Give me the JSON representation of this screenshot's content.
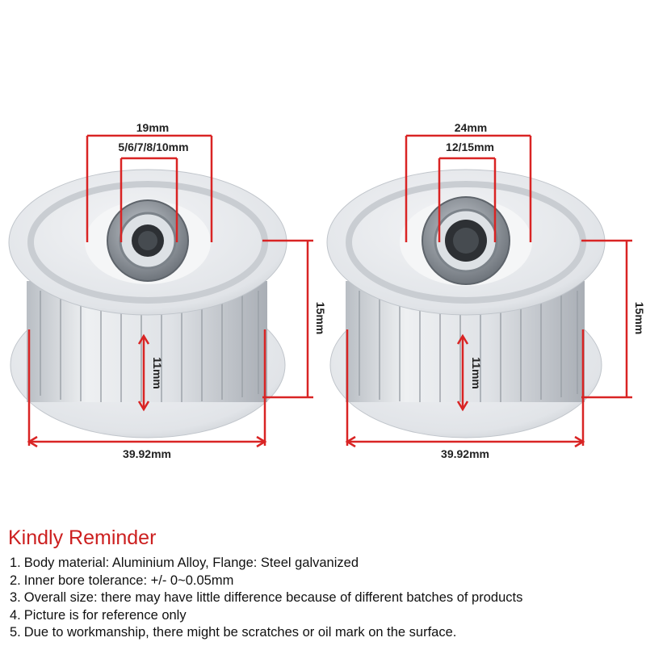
{
  "colors": {
    "dimension_line": "#d92424",
    "title": "#cc1f1f",
    "pulley": "#d9dde2"
  },
  "pulleys": [
    {
      "outer_bearing_label": "19mm",
      "bore_label": "5/6/7/8/10mm",
      "height_label": "15mm",
      "belt_width_label": "11mm",
      "diameter_label": "39.92mm"
    },
    {
      "outer_bearing_label": "24mm",
      "bore_label": "12/15mm",
      "height_label": "15mm",
      "belt_width_label": "11mm",
      "diameter_label": "39.92mm"
    }
  ],
  "reminder": {
    "title": "Kindly Reminder",
    "items": [
      {
        "num": "1.",
        "text": "Body material: Aluminium Alloy, Flange: Steel galvanized"
      },
      {
        "num": "2.",
        "text": "Inner bore tolerance: +/- 0~0.05mm"
      },
      {
        "num": "3.",
        "text": "Overall size: there may have little difference because of different batches of products"
      },
      {
        "num": "4.",
        "text": "Picture is for reference only"
      },
      {
        "num": "5.",
        "text": "Due to workmanship, there might be scratches or oil mark on the surface."
      }
    ]
  }
}
